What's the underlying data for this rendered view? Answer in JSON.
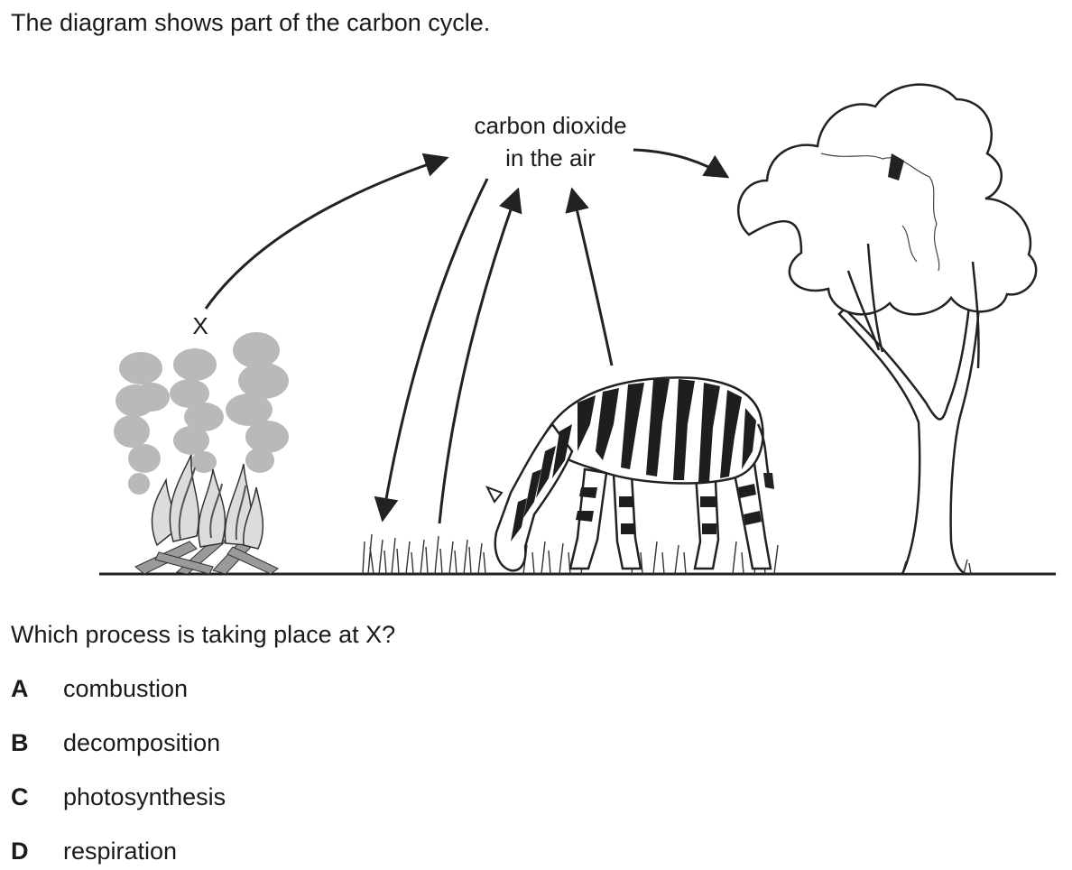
{
  "intro_text": "The diagram shows part of the carbon cycle.",
  "diagram": {
    "co2_label_line1": "carbon dioxide",
    "co2_label_line2": "in the air",
    "process_label": "X",
    "elements": [
      "fire-icon",
      "smoke-icon",
      "grass-icon",
      "zebra-icon",
      "tree-icon"
    ]
  },
  "question": "Which process is taking place at X?",
  "options": [
    {
      "letter": "A",
      "text": "combustion"
    },
    {
      "letter": "B",
      "text": "decomposition"
    },
    {
      "letter": "C",
      "text": "photosynthesis"
    },
    {
      "letter": "D",
      "text": "respiration"
    }
  ]
}
